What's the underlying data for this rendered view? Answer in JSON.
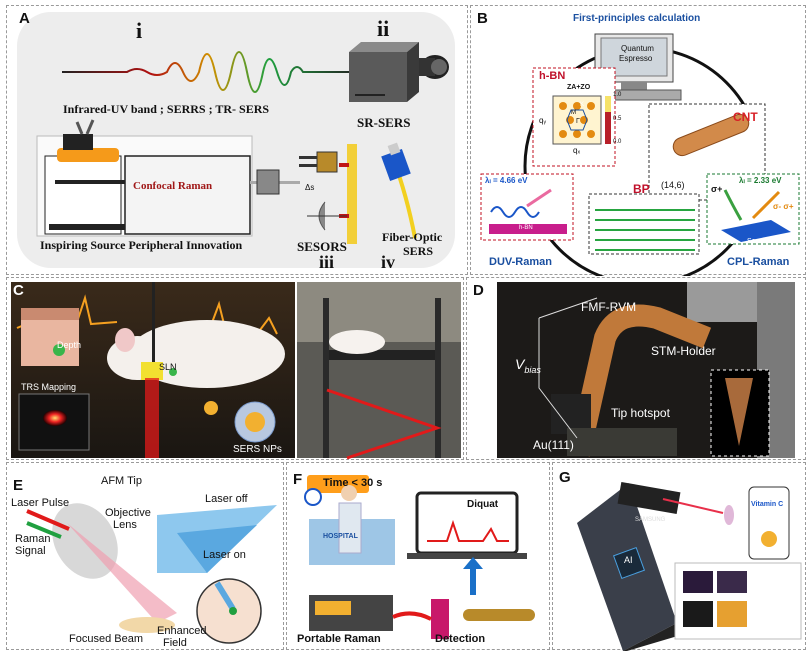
{
  "panels": {
    "A": {
      "label": "A",
      "sub_i": "i",
      "sub_ii": "ii",
      "sub_iii": "iii",
      "sub_iv": "iv",
      "band_text": "Infrared-UV band ; SERRS ; TR- SERS",
      "srsers": "SR-SERS",
      "confocal": "Confocal Raman",
      "peripheral": "Inspiring Source Peripheral Innovation",
      "sesors": "SESORS",
      "delta_s": "Δs",
      "fiber": "Fiber-Optic",
      "fiber2": "SERS"
    },
    "B": {
      "label": "B",
      "title": "First-principles calculation",
      "screen1": "Quantum",
      "screen2": "Espresso",
      "hbn": "h-BN",
      "zazo": "ZA+ZO",
      "qx": "qₓ",
      "qy": "qᵧ",
      "k_lbl": "K",
      "m_lbl": "M",
      "g_lbl": "Γ",
      "scale_max": "1.0",
      "scale_mid": "0.5",
      "scale_min": "0.0",
      "cnt": "CNT",
      "chir": "(14,6)",
      "bp": "BP",
      "duv_energy": "λₗ = 4.66 eV",
      "cpl_energy": "λₗ = 2.33 eV",
      "sigma_plus": "σ+",
      "sigma_minus_plus": "σ- σ+",
      "sample": "Sample",
      "hbn_small": "h-BN",
      "duv": "DUV-Raman",
      "cpl": "CPL-Raman"
    },
    "C": {
      "label": "C",
      "depth": "Depth",
      "sln": "SLN",
      "trs": "TRS Mapping",
      "np": "SERS NPs"
    },
    "D": {
      "label": "D",
      "fmf": "FMF-RVM",
      "vbias": "V",
      "vbias_sub": "bias",
      "stm": "STM-Holder",
      "tip": "Tip hotspot",
      "au": "Au(111)"
    },
    "E": {
      "label": "E",
      "afm": "AFM Tip",
      "laser_pulse": "Laser Pulse",
      "raman1": "Raman",
      "raman2": "Signal",
      "obj1": "Objective",
      "obj2": "Lens",
      "laser_off": "Laser off",
      "laser_on": "Laser on",
      "focused": "Focused Beam",
      "enh1": "Enhanced",
      "enh2": "Field"
    },
    "F": {
      "label": "F",
      "time": "Time < 30 s",
      "hospital": "HOSPITAL",
      "diquat": "Diquat",
      "portable": "Portable Raman",
      "detection": "Detection"
    },
    "G": {
      "label": "G",
      "brand": "SAMSUNG",
      "chip": "AI",
      "vitc": "Vitamin C"
    }
  },
  "colors": {
    "panelA_bg": "#ededed",
    "raman_blue": "#1a4fa0",
    "hbn_red": "#c0102a",
    "cnt_red": "#d81f26",
    "time_bg": "#ff9e1b",
    "laser_red": "#e11a1a"
  }
}
